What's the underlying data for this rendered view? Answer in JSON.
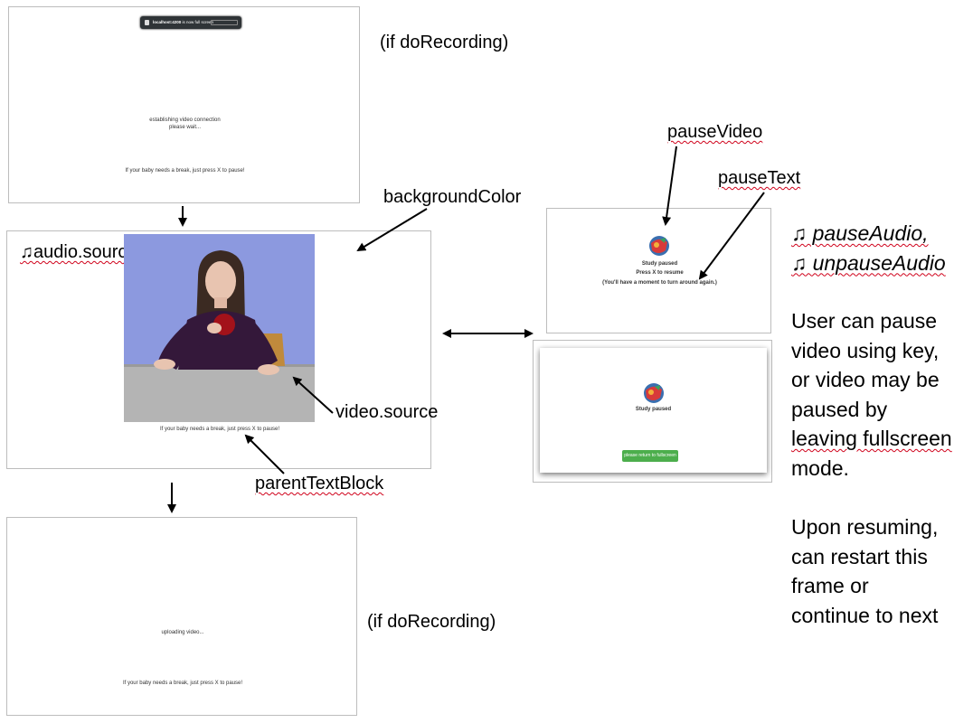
{
  "frame_recording_start": {
    "toast_url": "localhost:4200",
    "toast_text": "is now full screen",
    "status_line1": "establishing video connection",
    "status_line2": "please wait...",
    "parent_text": "If your baby needs a break, just press X to pause!",
    "condition_label": "(if doRecording)"
  },
  "frame_main": {
    "audio_label": "♫audio.source",
    "parent_text": "If your baby needs a break, just press X to pause!"
  },
  "frame_recording_end": {
    "status": "uploading video...",
    "parent_text": "If your baby needs a break, just press X to pause!",
    "condition_label": "(if doRecording)"
  },
  "frame_pause_key": {
    "title": "Study paused",
    "line2": "Press X to resume",
    "line3": "(You'll have a moment to turn around again.)"
  },
  "frame_pause_fullscreen": {
    "title": "Study paused",
    "button_label": "please return to fullscreen"
  },
  "annotations": {
    "background_color": "backgroundColor",
    "video_source": "video.source",
    "parent_text_block": "parentTextBlock",
    "pause_video": "pauseVideo",
    "pause_text": "pauseText"
  },
  "notes": {
    "audio_lines": [
      "♫ pauseAudio,",
      "♫ unpauseAudio"
    ],
    "description_lines": [
      "User can pause",
      "video using key,",
      "or video may be",
      "paused by",
      "leaving fullscreen",
      "mode."
    ],
    "resume_lines": [
      "Upon resuming,",
      "can restart this",
      "frame or",
      "continue to next"
    ]
  },
  "colors": {
    "video_background": "#8c99df",
    "table": "#b4b4b4",
    "button_green": "#4cae4c",
    "squiggle": "#d0021b"
  }
}
